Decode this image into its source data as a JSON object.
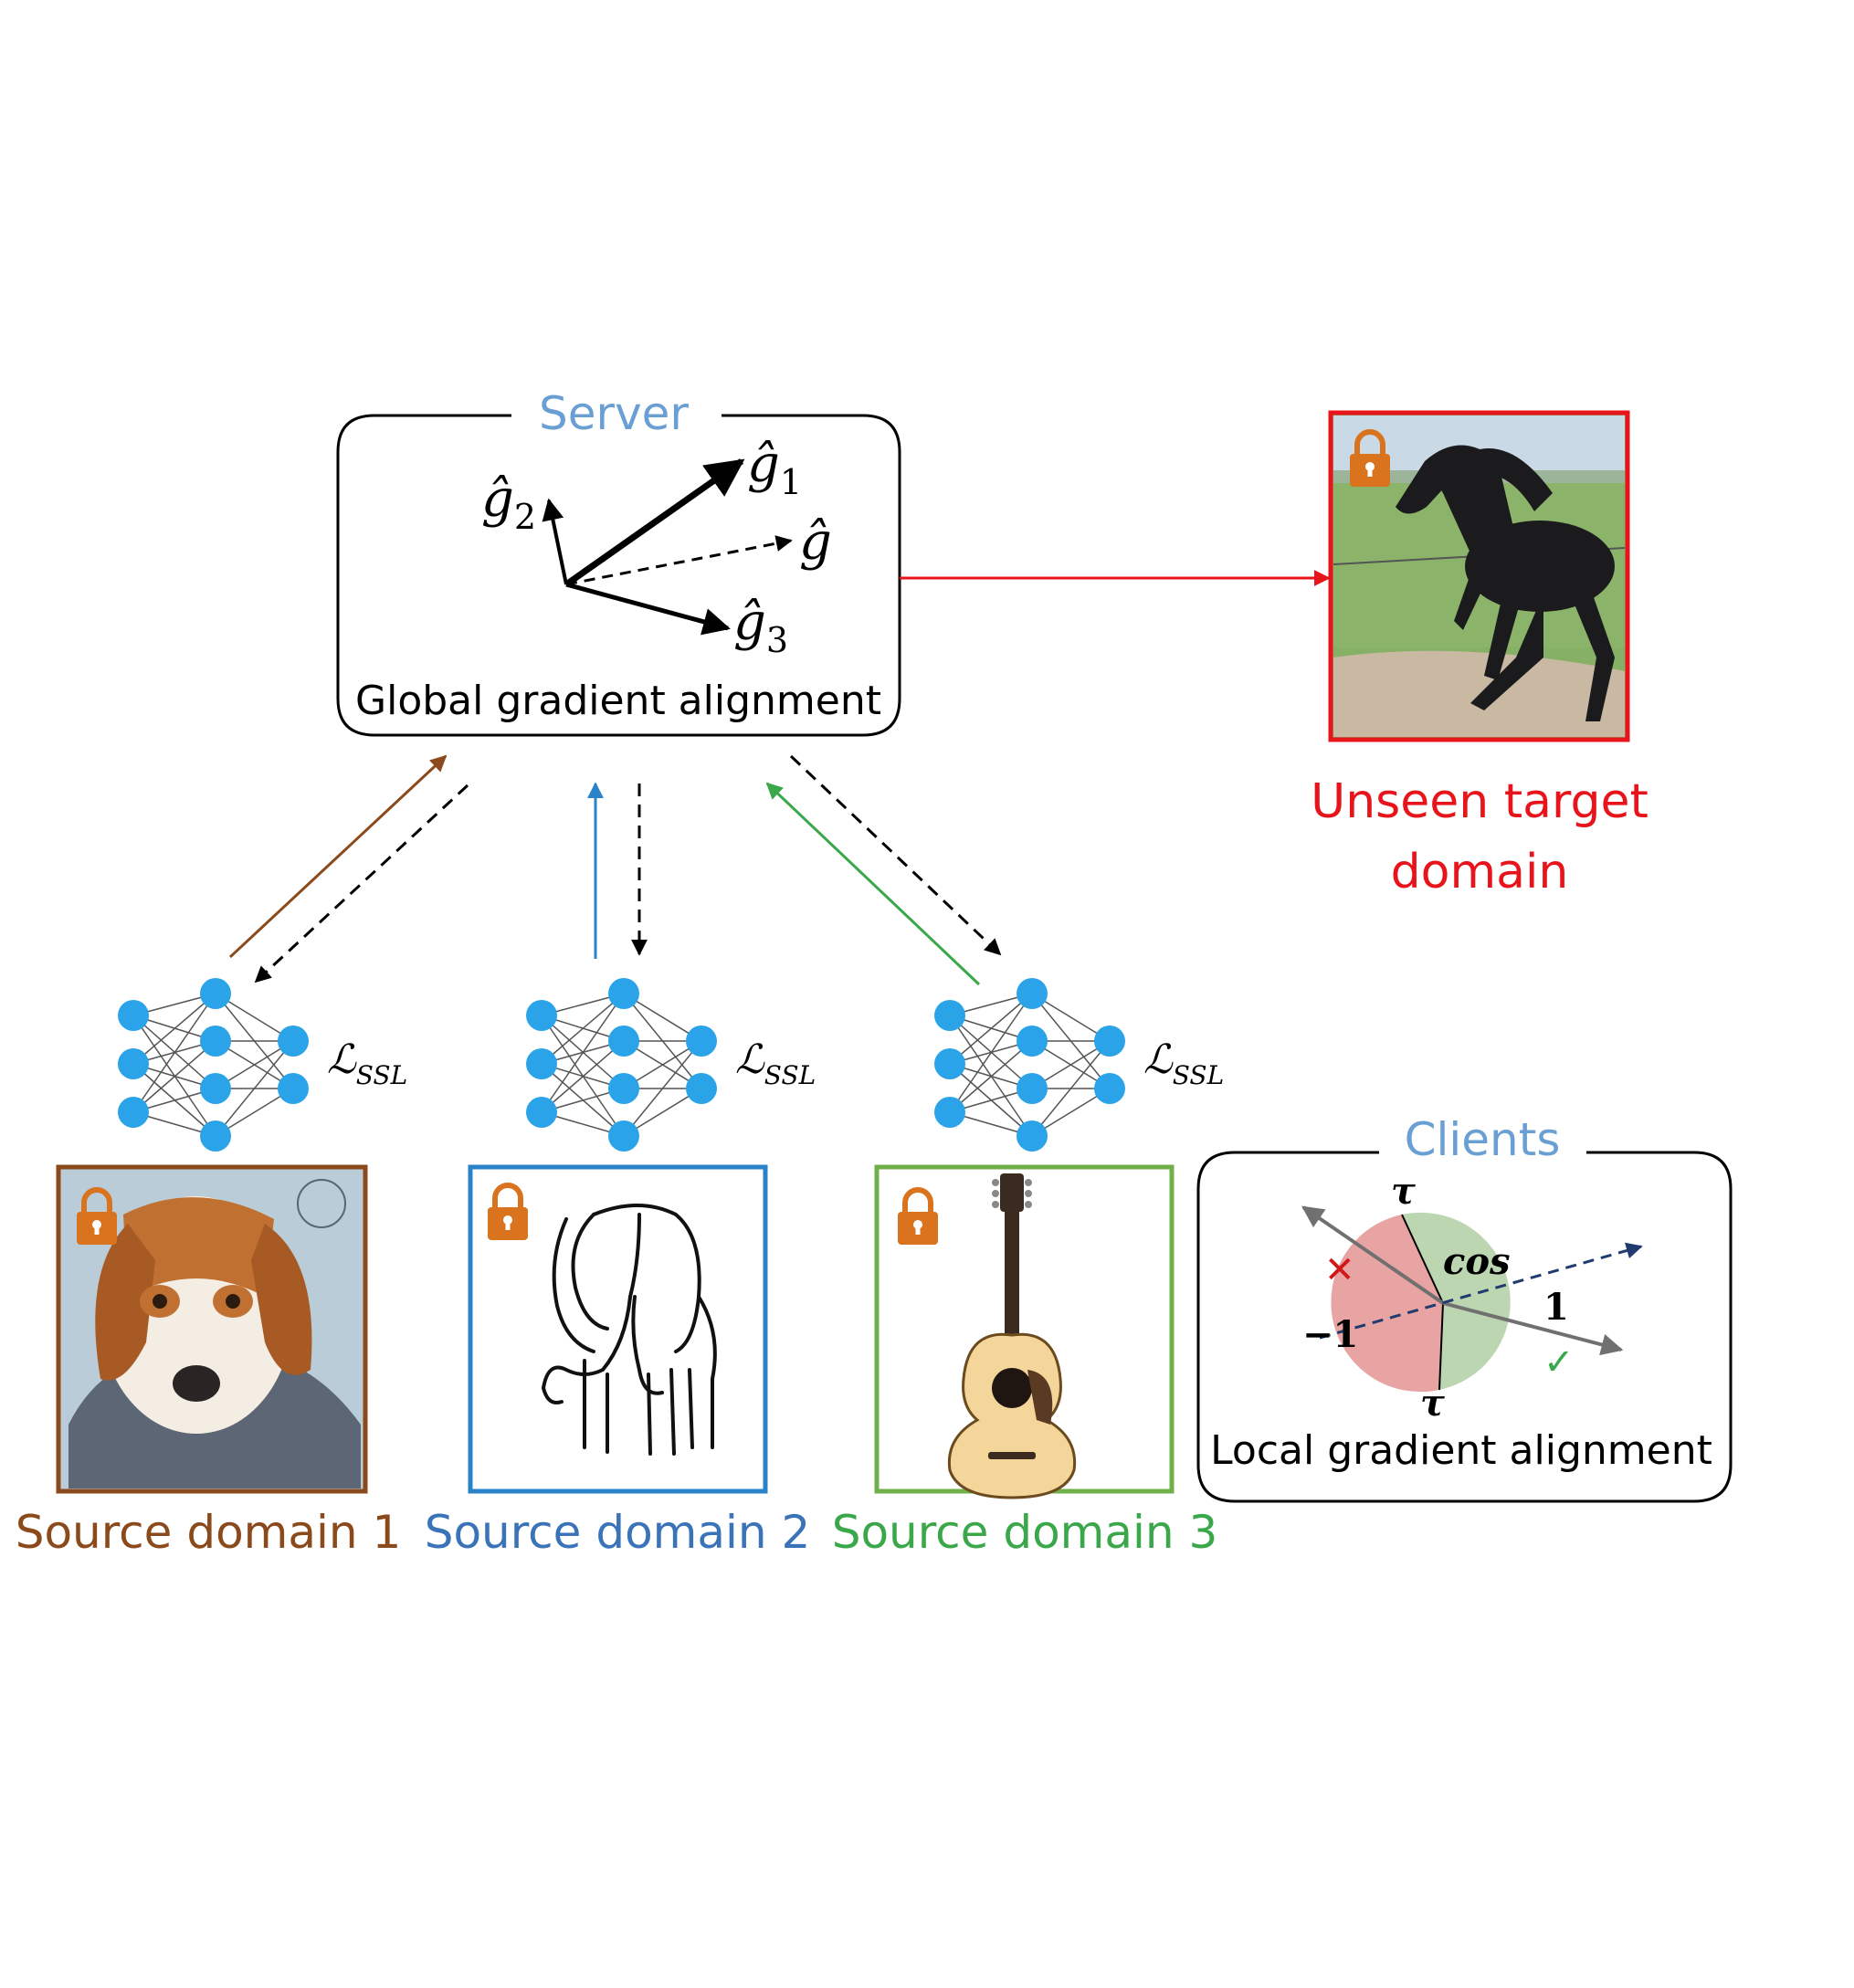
{
  "colors": {
    "server_title": "#6a9fd4",
    "target": "#e8141b",
    "domain1": "#8b4a1b",
    "domain2": "#3a73b8",
    "domain3": "#3aa84a",
    "node": "#2aa3e8",
    "lock": "#d9731e",
    "clients_title": "#6a9fd4",
    "disc_red": "#e8a3a3",
    "disc_green": "#bcd6b2"
  },
  "server": {
    "title": "Server",
    "caption": "Global gradient alignment",
    "g1_base": "ĝ",
    "g1_sub": "1",
    "g2_base": "ĝ",
    "g2_sub": "2",
    "g3_base": "ĝ",
    "g3_sub": "3",
    "g_label": "ĝ"
  },
  "target": {
    "line1": "Unseen target",
    "line2": "domain",
    "image_icon": "horse-photo"
  },
  "clients_box": {
    "title": "Clients",
    "caption": "Local gradient alignment",
    "tau_top": "τ",
    "tau_bottom": "τ",
    "cos_label": "cos",
    "one_label": "1",
    "minus_one_label": "−1",
    "cross": "✕",
    "check": "✓"
  },
  "clients": [
    {
      "loss_base": "ℒ",
      "loss_sub": "SSL",
      "domain_label": "Source domain 1",
      "image_icon": "dog-painting"
    },
    {
      "loss_base": "ℒ",
      "loss_sub": "SSL",
      "domain_label": "Source domain 2",
      "image_icon": "elephant-sketch"
    },
    {
      "loss_base": "ℒ",
      "loss_sub": "SSL",
      "domain_label": "Source domain 3",
      "image_icon": "guitar-cartoon"
    }
  ]
}
